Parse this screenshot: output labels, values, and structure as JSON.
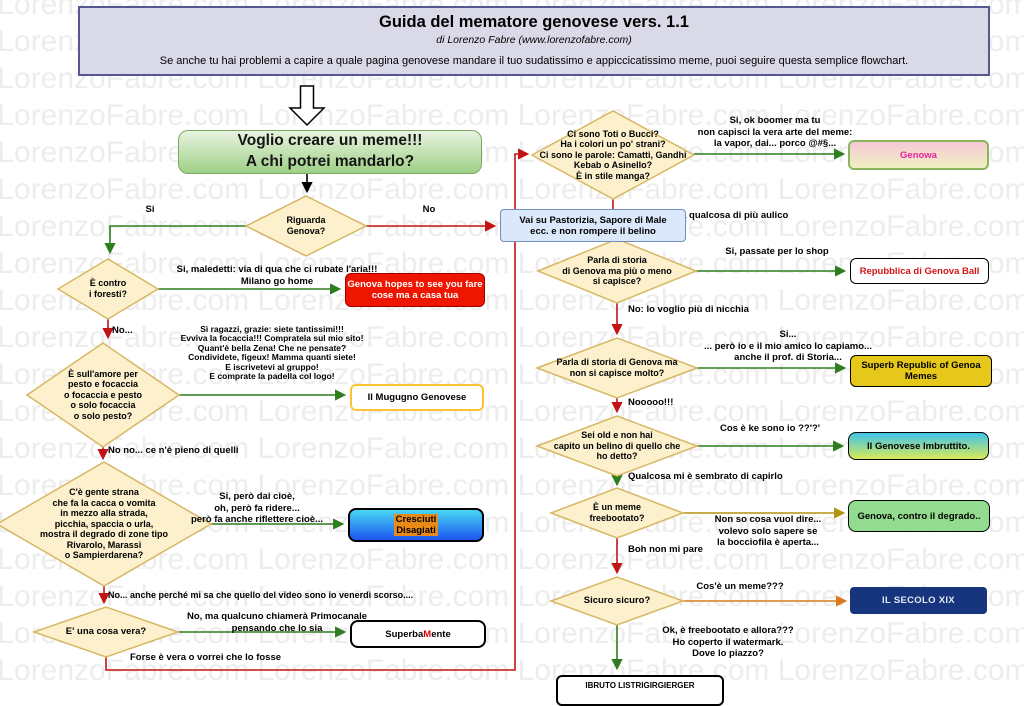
{
  "colors": {
    "yes_arrow": "#2e7d1e",
    "no_arrow": "#c21414",
    "neutral_arrow": "#000000",
    "olive_arrow": "#b3930f",
    "orange_arrow": "#d97a1f",
    "diamond_fill": "#fcf0cd",
    "diamond_border": "#d8b763",
    "title_fill": "#d9d9e8",
    "title_border": "#565690"
  },
  "watermark": {
    "text": "LorenzoFabre.com"
  },
  "header": {
    "title": "Guida del mematore genovese vers. 1.1",
    "subtitle": "di Lorenzo Fabre (www.lorenzofabre.com)",
    "description": "Se anche tu hai problemi a capire a quale pagina genovese mandare il tuo sudatissimo e appiccicatissimo meme, puoi seguire questa semplice flowchart."
  },
  "start": "Voglio creare un meme!!!\nA chi potrei mandarlo?",
  "diamonds": {
    "riguarda": "Riguarda\nGenova?",
    "foresti": "È contro\ni foresti?",
    "pesto": "È sull'amore per\npesto e focaccia\no focaccia e pesto\no solo focaccia\no solo pesto?",
    "degrado": "C'è gente strana\nche fa la cacca o vomita\nin mezzo alla strada,\npicchia, spaccia o urla,\nmostra il degrado di zone tipo\nRivarolo, Marassi\no Sampierdarena?",
    "vera": "E' una cosa vera?",
    "toti": "Ci sono Toti o Bucci?\nHa i colori un po' strani?\nCi sono le parole: Camatti, Gandhi\nKebab o Asinello?\nÈ in stile manga?",
    "storia1": "Parla di storia\ndi Genova ma più o meno\nsi capisce?",
    "storia2": "Parla di storia di Genova ma\nnon si capisce molto?",
    "old": "Sei old e non hai\ncapito un belino di quello che\nho detto?",
    "freeboot": "È un meme\nfreebootato?",
    "sicuro": "Sicuro sicuro?"
  },
  "labels": {
    "si": "Si",
    "no": "No",
    "foresti_yes": "Si, maledetti: via di qua che ci rubate l'aria!!!\nMilano go home",
    "foresti_no": "No...",
    "pesto_yes": "Sì ragazzi, grazie: siete tantissimi!!!\nEvviva la focaccia!!! Compratela sul mio sito!\nQuant'è bella Zena! Che ne pensate?\nCondividete, figeux! Mamma quanti siete!\nE iscrivetevi al gruppo!\nE comprate la padella col logo!",
    "pesto_no": "No no... ce n'è pieno di quelli",
    "degrado_yes": "Si, però dai cioè,\noh, però fa ridere...\nperò fa anche riflettere cioè...",
    "degrado_no": "No... anche perché mi sa che quello del video sono io venerdì scorso....",
    "vera_yes": "No, ma qualcuno chiamerà Primocanale\npensando che lo sia",
    "vera_no": "Forse è vera o vorrei che lo fosse",
    "toti_yes": "Si, ok boomer ma tu\nnon capisci la vera arte del meme:\nla vapor, dai... porco @#§...",
    "toti_no": "No, pensavo a qualcosa di più aulico",
    "storia1_yes": "Si, passate per lo shop",
    "storia1_no": "No: lo voglio più di nicchia",
    "storia2_yes": "Si...\n... però io e il mio amico lo capiamo...\nanche il prof. di Storia...",
    "storia2_no": "Nooooo!!!",
    "old_yes": "Cos è ke sono io ??'?'",
    "old_no": "Qualcosa mi è sembrato di capirlo",
    "freeboot_yes": "Non so cosa vuol dire...\nvolevo solo sapere se\nla bocciofila è aperta...",
    "freeboot_no": "Boh non mi pare",
    "sicuro_yes": "Cos'è un meme???",
    "sicuro_down": "Ok, è freebootato e allora???\nHo coperto il watermark.\nDove lo piazzo?"
  },
  "results": {
    "pastorizia": "Vai su Pastorizia, Sapore di Male\necc. e non rompere il belino",
    "hopes": "Genova hopes to see you fare\ncose ma a casa tua",
    "mugugno": "Il Mugugno Genovese",
    "cresciuti": "Cresciuti\nDisagiati",
    "superbamente_pre": "Superba",
    "superbamente_m": "M",
    "superbamente_post": "ente",
    "genowa": "Genowa",
    "repubblica": "Repubblica di Genova Ball",
    "superb": "Superb Republic of Genoa\nMemes",
    "imbruttito": "Il Genovese Imbruttito.",
    "degrado_box": "Genova, contro il degrado..",
    "secolo": "IL SECOLO XIX",
    "bottom": "IBRUTO LISTRIGIRGIERGER"
  }
}
